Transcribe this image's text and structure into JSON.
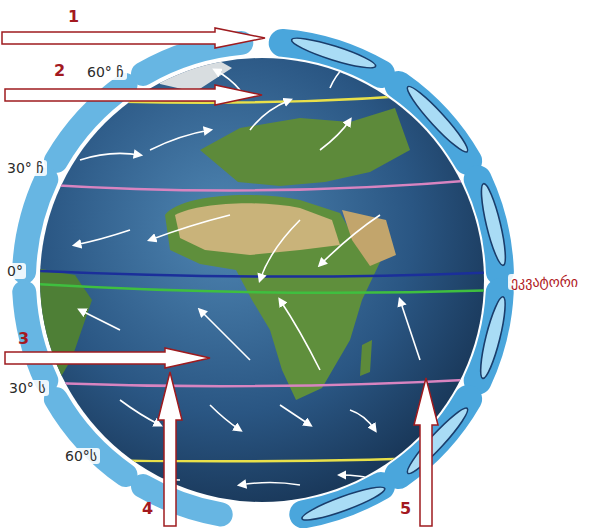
{
  "diagram": {
    "labels": [
      "1",
      "2",
      "60° ჩ",
      "30° ჩ",
      "0°",
      "ეკვატორი",
      "3",
      "30° ს",
      "60°ს",
      "4",
      "5"
    ]
  }
}
